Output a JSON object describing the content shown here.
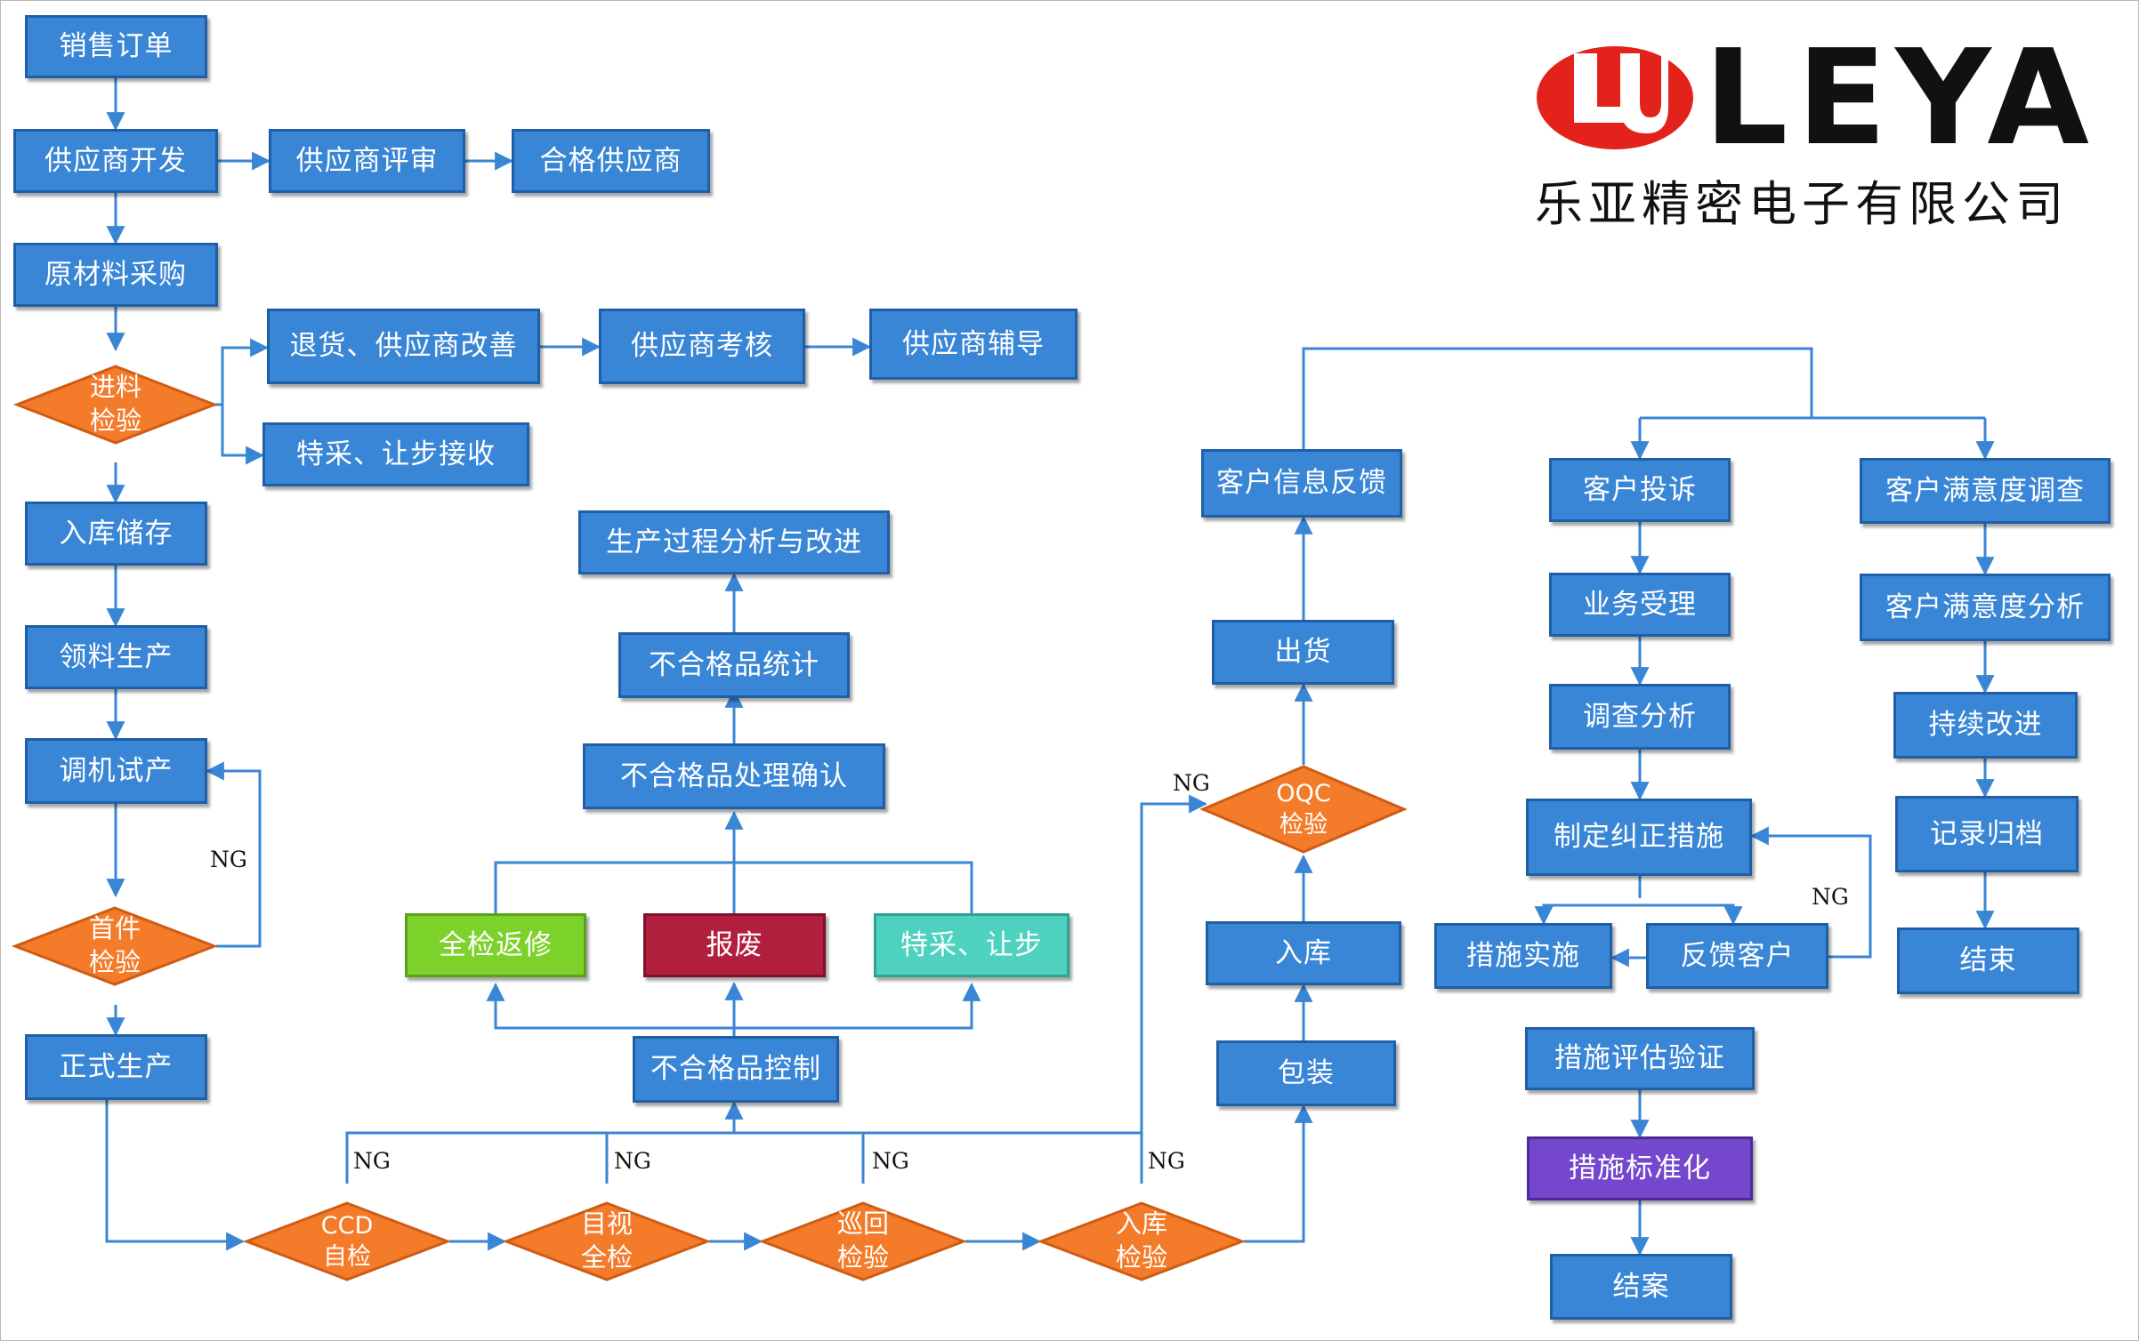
{
  "nodes": {
    "sales_order": "销售订单",
    "supplier_dev": "供应商开发",
    "supplier_review": "供应商评审",
    "qualified_supplier": "合格供应商",
    "raw_purchase": "原材料采购",
    "return_improve": "退货、供应商改善",
    "supplier_assess": "供应商考核",
    "supplier_coach": "供应商辅导",
    "special_accept": "特采、让步接收",
    "storage": "入库储存",
    "pick_material": "领料生产",
    "trial_run": "调机试产",
    "formal_production": "正式生产",
    "process_analysis": "生产过程分析与改进",
    "nc_stats": "不合格品统计",
    "nc_confirm": "不合格品处理确认",
    "full_rework": "全检返修",
    "scrap": "报废",
    "special_concession": "特采、让步",
    "nc_control": "不合格品控制",
    "customer_feedback": "客户信息反馈",
    "shipping": "出货",
    "warehouse": "入库",
    "packing": "包装",
    "complaint": "客户投诉",
    "business_accept": "业务受理",
    "investigation": "调查分析",
    "corrective_plan": "制定纠正措施",
    "implement": "措施实施",
    "feedback_customer": "反馈客户",
    "evaluate_verify": "措施评估验证",
    "standardize": "措施标准化",
    "close_case": "结案",
    "satisfaction_survey": "客户满意度调查",
    "satisfaction_analysis": "客户满意度分析",
    "continuous_improve": "持续改进",
    "archive": "记录归档",
    "end": "结束"
  },
  "decisions": {
    "incoming_inspection": "进料检验",
    "first_article": "首件检验",
    "ccd_self_check": "CCD自检",
    "visual_full_check": "目视全检",
    "patrol_inspection": "巡回检验",
    "warehouse_inspection": "入库检验",
    "oqc_inspection": "OQC检验"
  },
  "ng_label": "NG",
  "colors": {
    "box_fill": "#3a86d6",
    "diamond_fill": "#f47b2a",
    "green": "#7cd22a",
    "red": "#b21f3e",
    "teal": "#4fd1c0",
    "purple": "#7447cc",
    "line": "#3a86d6",
    "logo_red": "#e3231b"
  },
  "logo": {
    "mark": "LU-monogram",
    "word": "LEYA",
    "company": "乐亚精密电子有限公司"
  }
}
